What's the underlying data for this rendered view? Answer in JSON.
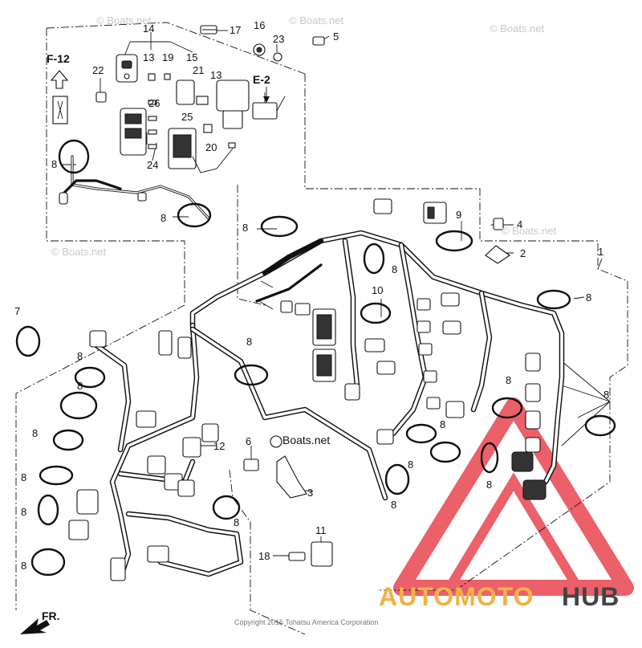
{
  "watermarks": [
    "© Boats.net",
    "© Boats.net",
    "© Boats.net",
    "© Boats.net",
    "© Boats.net",
    "Boats.net"
  ],
  "references": {
    "left": "F-12",
    "right": "E-2"
  },
  "callouts": {
    "c1": "1",
    "c2": "2",
    "c3": "3",
    "c4": "4",
    "c5": "5",
    "c6": "6",
    "c7": "7",
    "c9": "9",
    "c10": "10",
    "c11": "11",
    "c12": "12",
    "c13": "13",
    "c14": "14",
    "c15": "15",
    "c16": "16",
    "c17": "17",
    "c18": "18",
    "c19": "19",
    "c20": "20",
    "c21": "21",
    "c22": "22",
    "c23": "23",
    "c24": "24",
    "c25": "25",
    "c26": "26",
    "c8": "8"
  },
  "orientation_label": "FR.",
  "copyright": "Copyright 2015 Tohatsu America Corporation",
  "brand": {
    "part1": "AUTOMOTO",
    "part2": "HUB",
    "color1": "#f0b24a",
    "color2": "#444444",
    "logo_color": "#e8454f"
  }
}
